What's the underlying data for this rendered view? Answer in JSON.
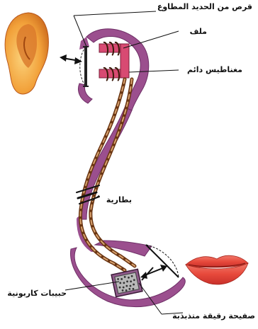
{
  "labels": {
    "disk": "قرص من الحديد المطاوع",
    "coil": "ملف",
    "magnet": "مغناطيس دائم",
    "battery": "بطارية",
    "granules": "حبيبات كاربونية",
    "diaphragm": "صفيحة رقيقة متذبذبة"
  },
  "colors": {
    "handset": "#9b4f8e",
    "handset_edge": "#6e2f66",
    "wire_dark": "#6a3512",
    "wire_light": "#d8a26e",
    "magnet": "#d84a72",
    "ear_outer": "#f2a13a",
    "ear_inner": "#c9651a",
    "lips": "#e84a3c",
    "granule_box": "#8f5a8a"
  }
}
